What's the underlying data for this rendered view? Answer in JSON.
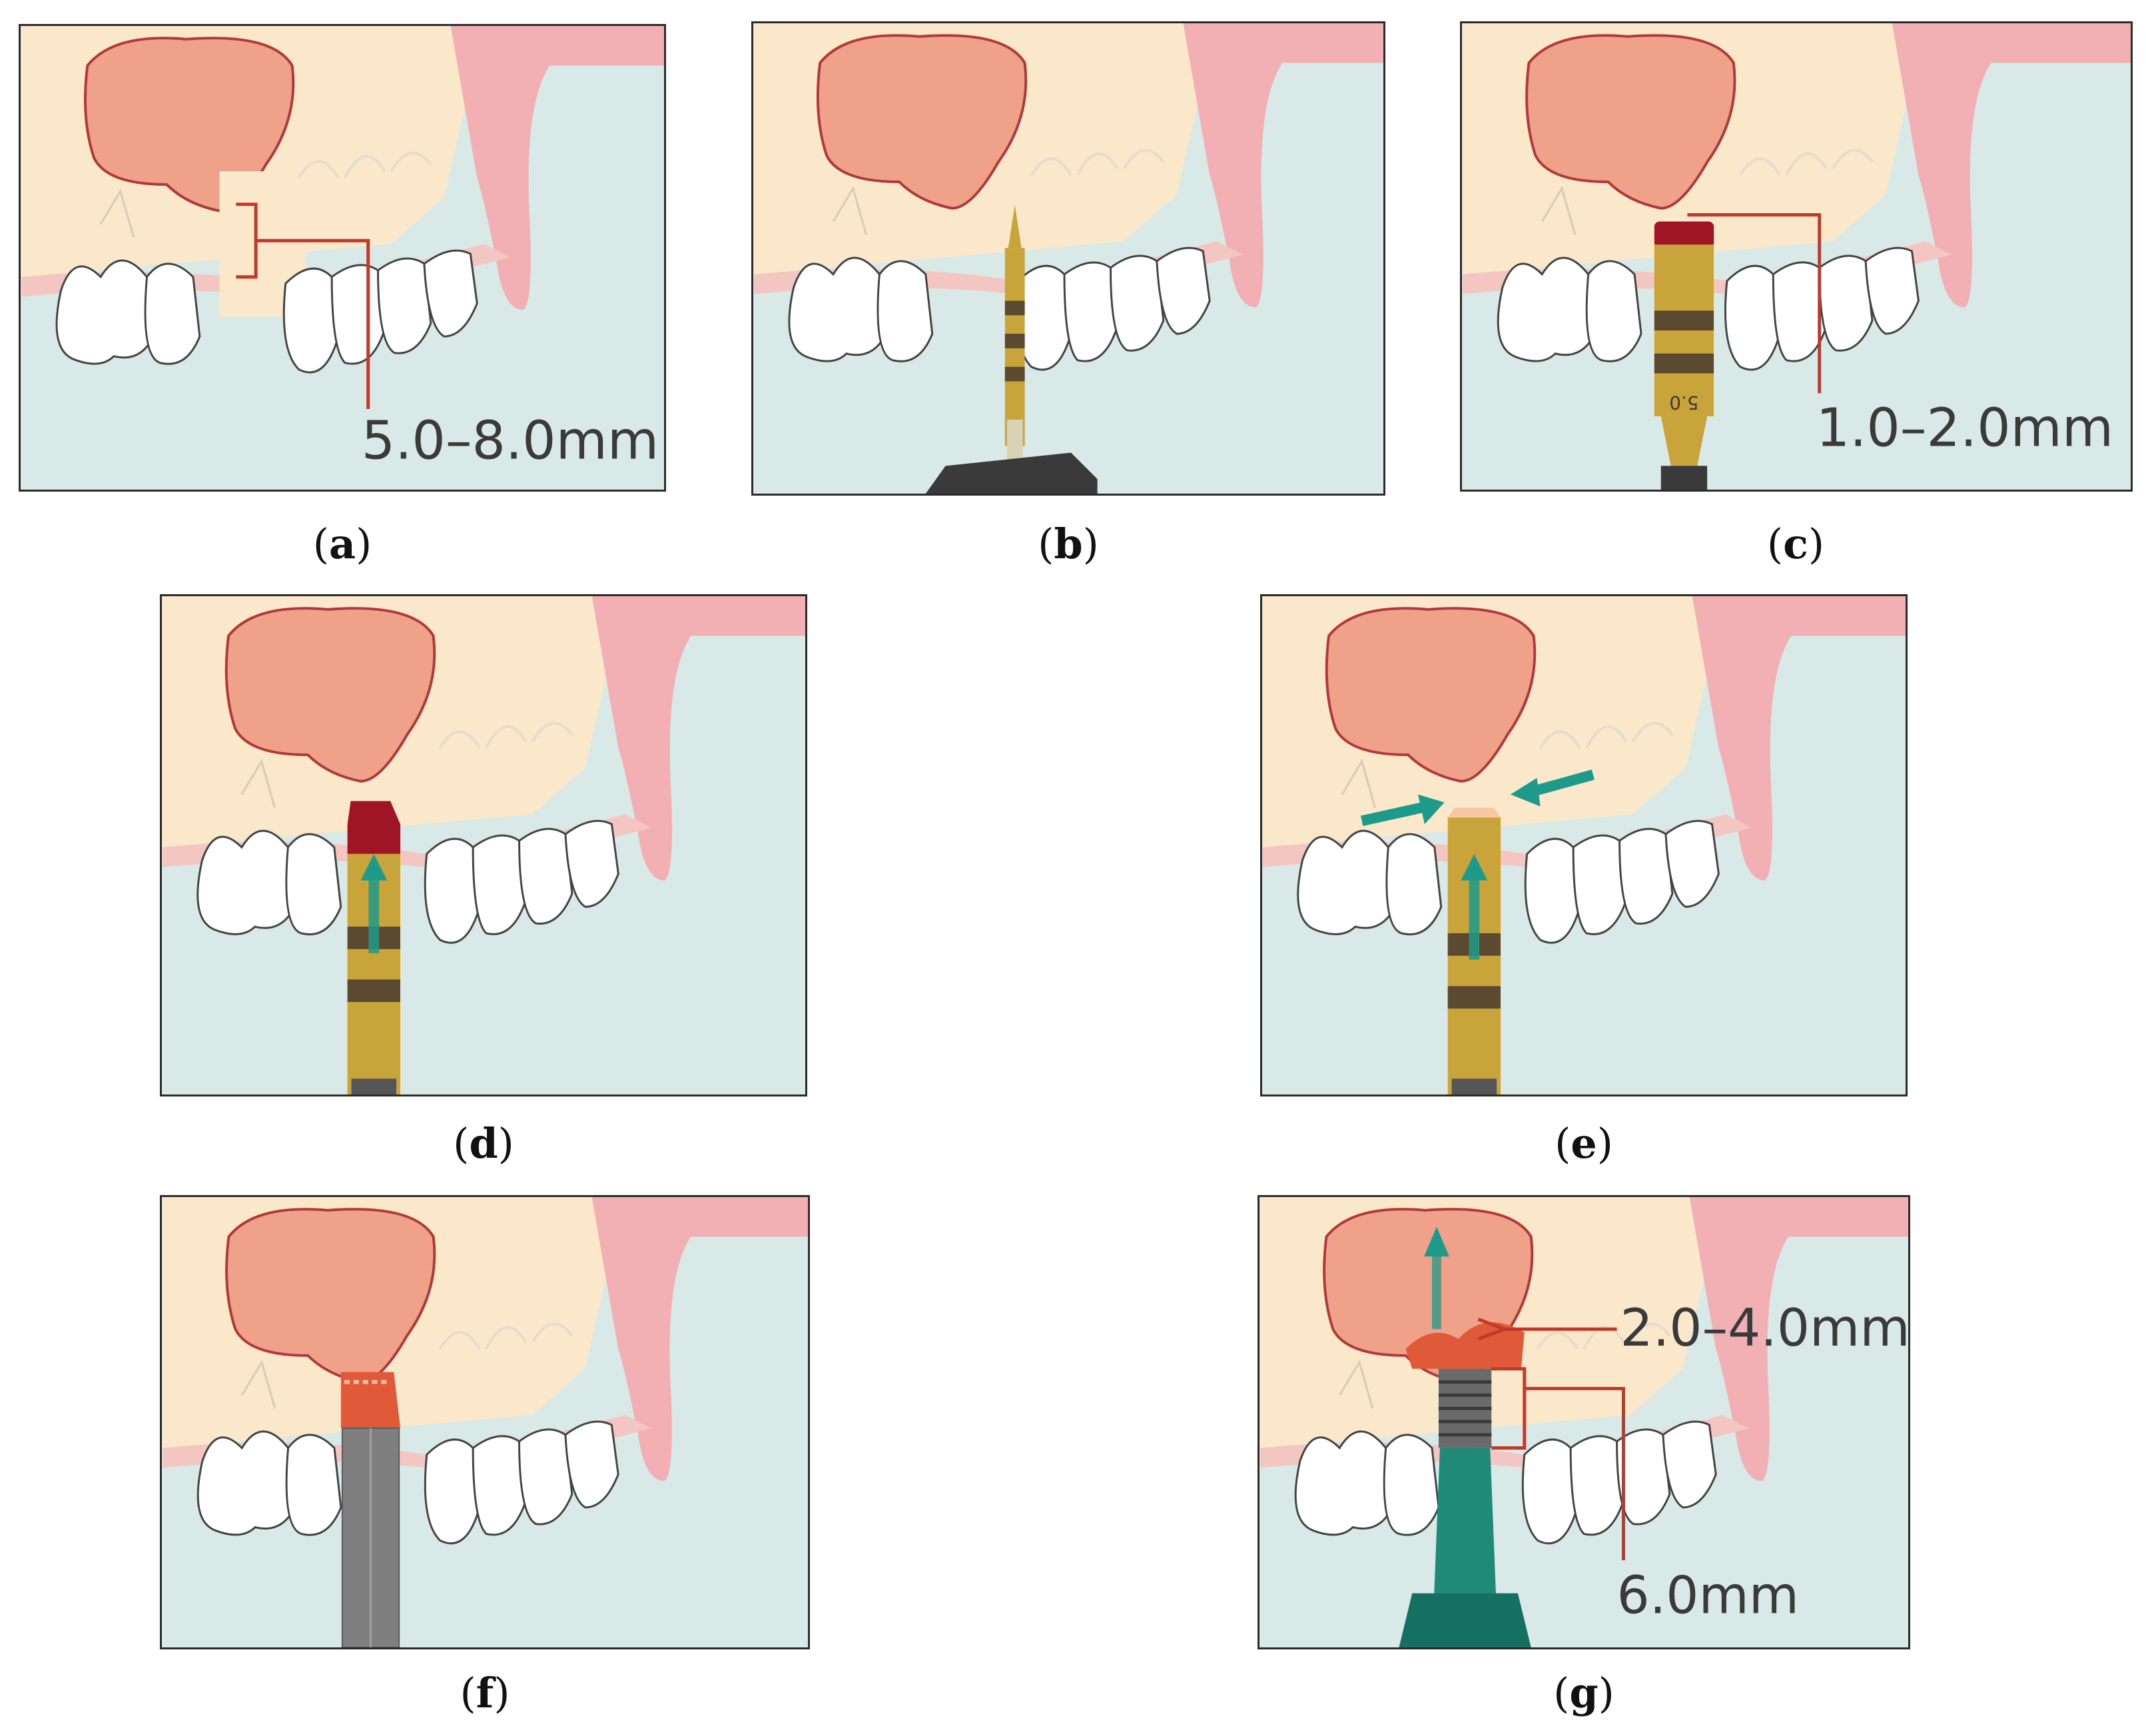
{
  "figure": {
    "panels": [
      {
        "id": "a",
        "caption_open": "(",
        "caption_letter": "a",
        "caption_close": ")",
        "measurement": "5.0–8.0mm"
      },
      {
        "id": "b",
        "caption_open": "(",
        "caption_letter": "b",
        "caption_close": ")"
      },
      {
        "id": "c",
        "caption_open": "(",
        "caption_letter": "c",
        "caption_close": ")",
        "measurement": "1.0–2.0mm",
        "drill_mark": "5.0"
      },
      {
        "id": "d",
        "caption_open": "(",
        "caption_letter": "d",
        "caption_close": ")"
      },
      {
        "id": "e",
        "caption_open": "(",
        "caption_letter": "e",
        "caption_close": ")"
      },
      {
        "id": "f",
        "caption_open": "(",
        "caption_letter": "f",
        "caption_close": ")"
      },
      {
        "id": "g",
        "caption_open": "(",
        "caption_letter": "g",
        "caption_close": ")",
        "measurement_top": "2.0–4.0mm",
        "measurement_bottom": "6.0mm"
      }
    ]
  },
  "colors": {
    "background": "#d9e9e7",
    "bone": "#fbe7c9",
    "gum": "#f2b0b4",
    "sinus": "#f0a189",
    "sinus_outline": "#b03a3a",
    "tooth_fill": "#ffffff",
    "tooth_outline": "#444444",
    "drill_gold": "#c9a43a",
    "drill_band": "#5b4a30",
    "bone_graft": "#e05a3a",
    "arrow_teal": "#1e9a8a",
    "osteotome_grey": "#8a8a8a",
    "implant_green": "#1f8a78",
    "annotation_line": "#c0392b",
    "blood_red": "#a01525"
  }
}
